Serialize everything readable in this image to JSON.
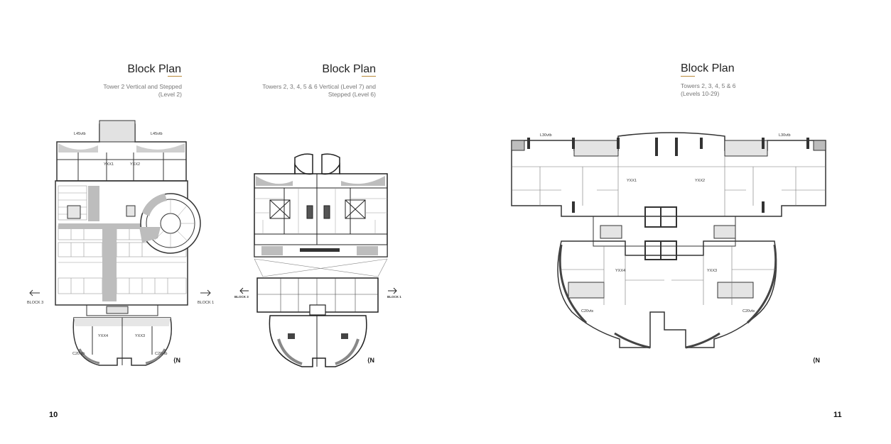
{
  "left_page": {
    "plan1": {
      "title": "Block Plan",
      "subtitle_line1": "Tower 2 Vertical and Stepped",
      "subtitle_line2": "(Level 2)",
      "labels": {
        "top_left": "L45vtb",
        "top_right": "L45vtb",
        "unit1": "YXX1",
        "unit2": "YXX2",
        "unit3": "YXX3",
        "unit4": "YXX4",
        "bottom_left": "C20vtb",
        "bottom_right": "C20vtb",
        "block_left": "BLOCK 3",
        "block_right": "BLOCK 1"
      }
    },
    "plan2": {
      "title": "Block Plan",
      "subtitle_line1": "Towers 2, 3, 4, 5 & 6 Vertical (Level 7) and",
      "subtitle_line2": "Stepped (Level 6)",
      "labels": {
        "block_left": "BLOCK 3",
        "block_right": "BLOCK 1"
      }
    },
    "page_number": "10",
    "north": "N"
  },
  "right_page": {
    "plan3": {
      "title": "Block Plan",
      "subtitle_line1": "Towers 2, 3, 4, 5 & 6",
      "subtitle_line2": "(Levels 10-29)",
      "labels": {
        "top_left": "L30vtb",
        "top_right": "L30vtb",
        "unit1": "YXX1",
        "unit2": "YXX2",
        "unit3": "YXX3",
        "unit4": "YXX4",
        "bottom_left": "C20vts",
        "bottom_right": "C20vts"
      }
    },
    "page_number": "11",
    "north": "N"
  },
  "colors": {
    "accent": "#b98a3a",
    "wall": "#333333",
    "fill_gray": "#bdbdbd"
  }
}
